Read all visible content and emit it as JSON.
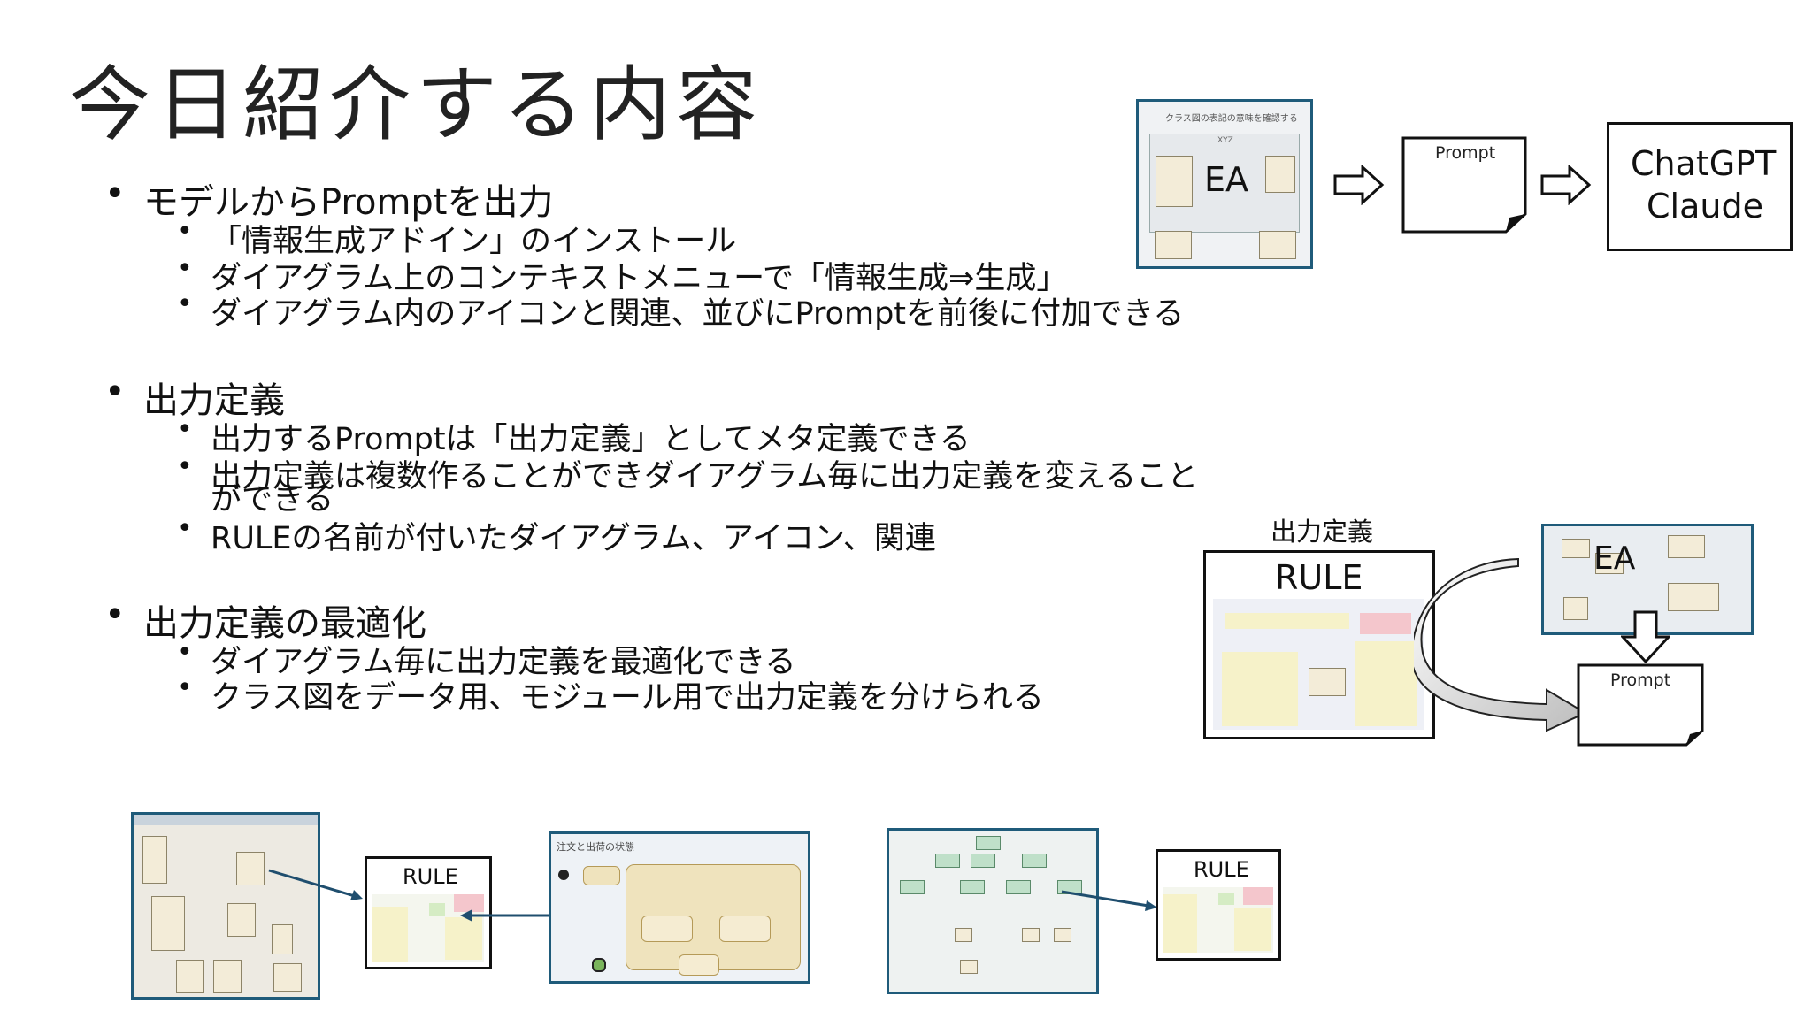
{
  "slide": {
    "title": "今日紹介する内容",
    "sections": [
      {
        "heading": "モデルからPromptを出力",
        "items": [
          "「情報生成アドイン」のインストール",
          "ダイアグラム上のコンテキストメニューで「情報生成⇒生成」",
          "ダイアグラム内のアイコンと関連、並びにPromptを前後に付加できる"
        ]
      },
      {
        "heading": "出力定義",
        "items": [
          "出力するPromptは「出力定義」としてメタ定義できる",
          "出力定義は複数作ることができダイアグラム毎に出力定義を変えること",
          "ができる",
          "RULEの名前が付いたダイアグラム、アイコン、関連"
        ]
      },
      {
        "heading": "出力定義の最適化",
        "items": [
          "ダイアグラム毎に出力定義を最適化できる",
          "クラス図をデータ用、モジュール用で出力定義を分けられる"
        ]
      }
    ]
  },
  "flow_top": {
    "ea_label": "EA",
    "prompt_label": "Prompt",
    "llm_line1": "ChatGPT",
    "llm_line2": "Claude",
    "screenshot_caption": "クラス図の表記の意味を確認する",
    "screenshot_sub": "XYZ"
  },
  "flow_mid": {
    "definition_caption": "出力定義",
    "rule_label": "RULE",
    "ea_label": "EA",
    "prompt_label": "Prompt"
  },
  "bottom": {
    "rule_left": "RULE",
    "rule_right": "RULE",
    "state_caption": "注文と出荷の状態"
  }
}
